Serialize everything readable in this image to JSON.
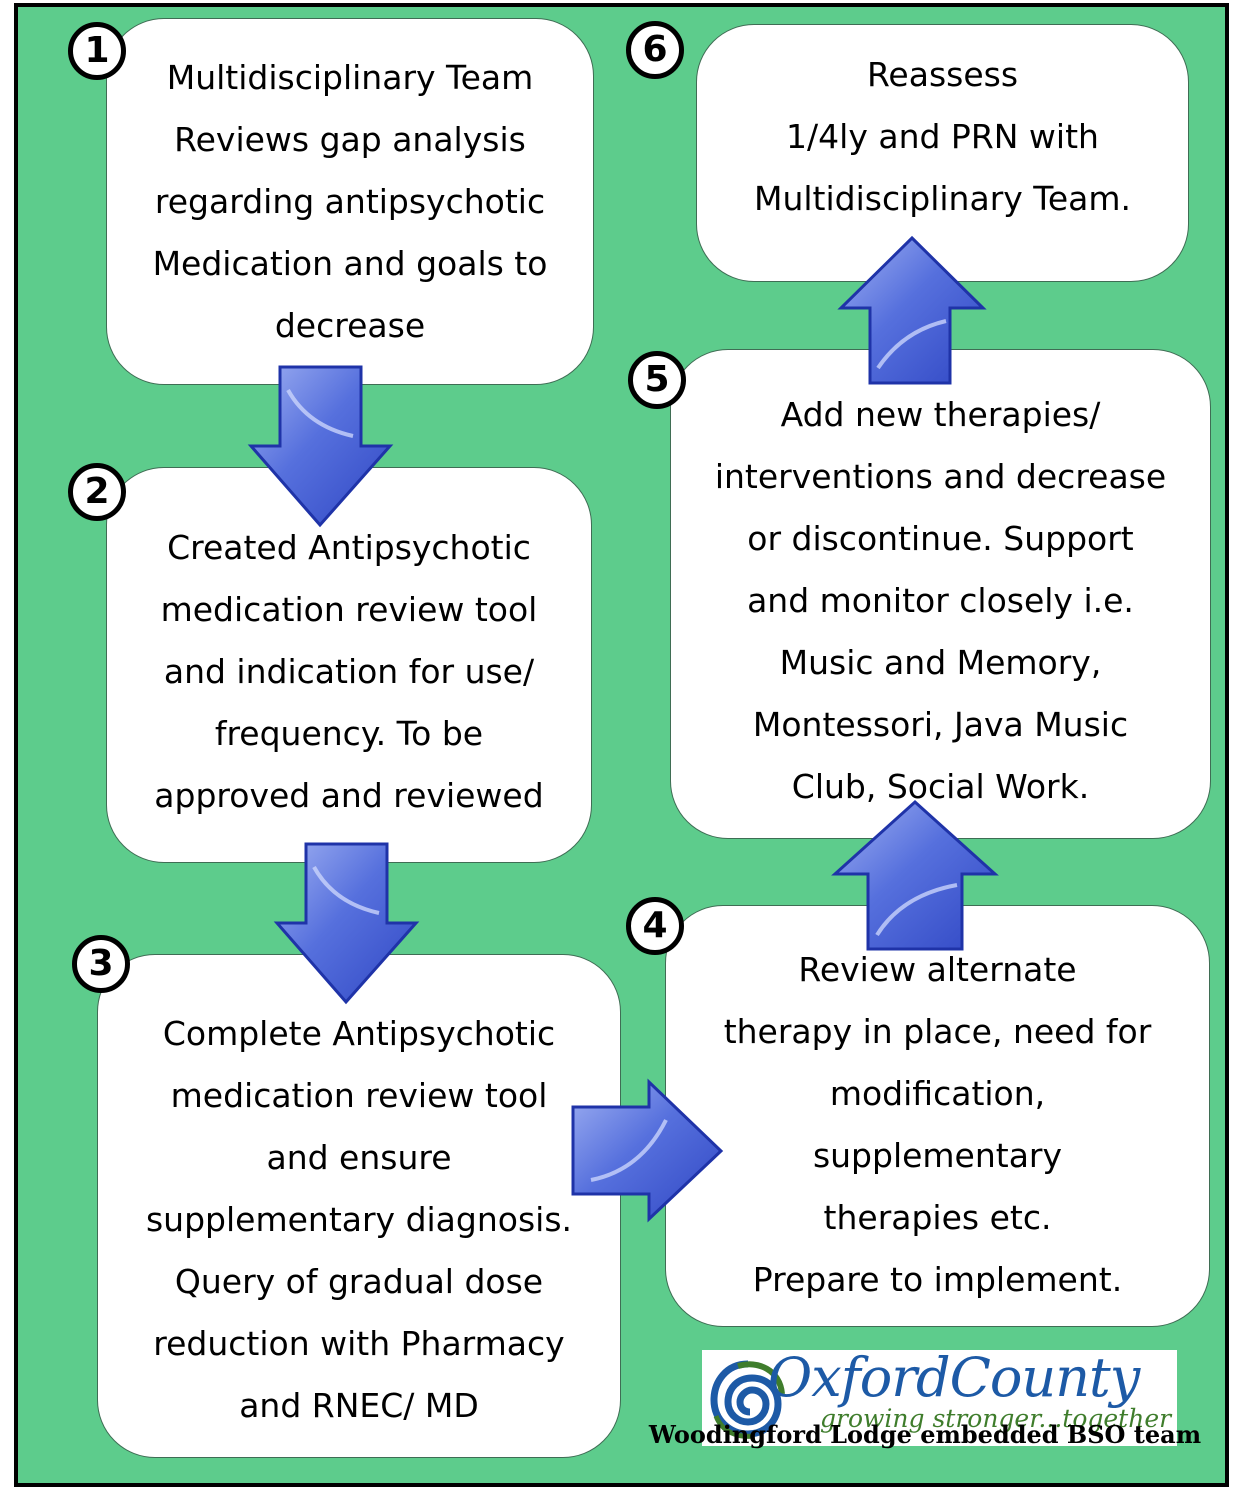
{
  "steps": [
    {
      "number": "1",
      "text": "Multidisciplinary Team\nReviews gap analysis\nregarding antipsychotic\nMedication and goals to\ndecrease"
    },
    {
      "number": "2",
      "text": "Created Antipsychotic\nmedication review tool\nand indication for use/\nfrequency. To be\napproved and reviewed"
    },
    {
      "number": "3",
      "text": "Complete Antipsychotic\nmedication review tool\nand ensure\nsupplementary diagnosis.\nQuery of gradual dose\nreduction with Pharmacy\nand RNEC/ MD"
    },
    {
      "number": "4",
      "text": "Review alternate\ntherapy in place, need for\nmodification,\nsupplementary\ntherapies etc.\nPrepare to implement."
    },
    {
      "number": "5",
      "text": "Add new therapies/\ninterventions and decrease\nor discontinue. Support\nand monitor closely i.e.\nMusic and Memory,\nMontessori, Java Music\nClub, Social Work."
    },
    {
      "number": "6",
      "text": "Reassess\n1/4ly and PRN with\nMultidisciplinary Team."
    }
  ],
  "logo": {
    "name": "OxfordCounty",
    "tagline": "growing stronger...together"
  },
  "caption": "Woodingford Lodge embedded BSO team",
  "colors": {
    "background": "#5dcc8c",
    "box": "#ffffff",
    "arrow_fill": "#4e68d8",
    "arrow_stroke": "#1f33a8",
    "logo_blue": "#1d5aa6",
    "logo_green": "#3f7d2c"
  }
}
